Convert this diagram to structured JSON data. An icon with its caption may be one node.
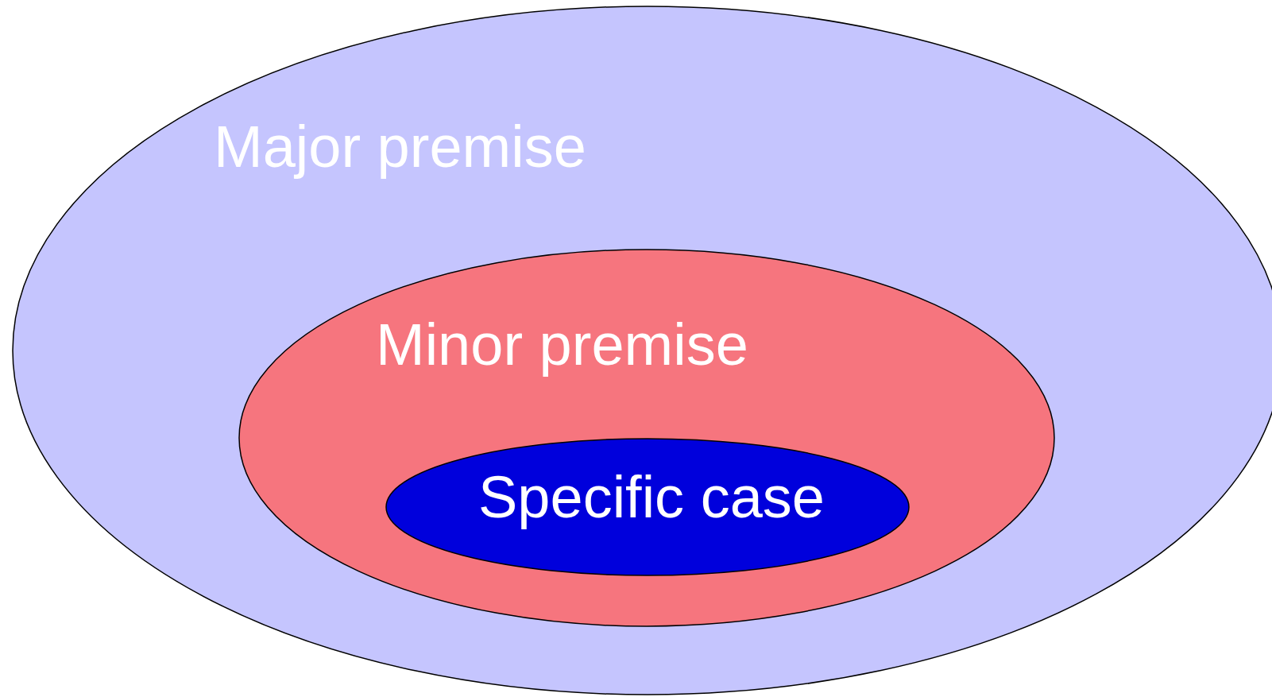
{
  "diagram": {
    "nodes": [
      {
        "text": [
          "Major premise"
        ]
      },
      {
        "text": [
          "Minor premise"
        ],
        "in": 0
      },
      {
        "text": [
          "Specific case"
        ],
        "in": 1
      }
    ]
  }
}
